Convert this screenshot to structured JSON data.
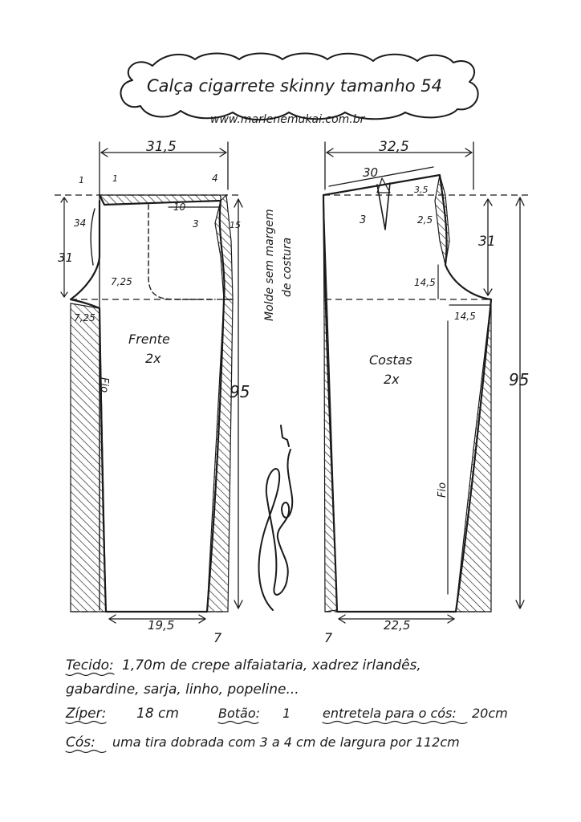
{
  "header": {
    "title": "Calça cigarrete skinny tamanho 54",
    "website": "www.marlenemukai.com.br"
  },
  "front": {
    "label": "Frente",
    "count": "2x",
    "grain": "Fio",
    "top_width": "31,5",
    "marks": {
      "a": "1",
      "b": "1",
      "c": "4",
      "d": "34",
      "e": "10",
      "f": "3",
      "g": "15",
      "h": "31",
      "i": "7,25",
      "j": "7,25",
      "length": "95",
      "hem": "19,5",
      "hem_side": "7"
    }
  },
  "back": {
    "label": "Costas",
    "count": "2x",
    "grain": "Fio",
    "top_width": "32,5",
    "marks": {
      "waist": "30",
      "dart_depth": "3",
      "a": "3,5",
      "b": "2,5",
      "rise": "31",
      "c": "14,5",
      "d": "14,5",
      "length": "95",
      "hem": "22,5",
      "hem_side": "7"
    }
  },
  "middle_note": {
    "line1": "Molde sem margem",
    "line2": "de costura"
  },
  "notes": {
    "fabric": {
      "label": "Tecido:",
      "line1": "1,70m de crepe alfaiataria, xadrez irlandês,",
      "line2": "gabardine, sarja, linho, popeline..."
    },
    "zipper": {
      "label": "Zíper:",
      "value": "18 cm"
    },
    "button": {
      "label": "Botão:",
      "value": "1"
    },
    "interfacing": {
      "label": "entretela para o cós:",
      "value": "20cm"
    },
    "waistband": {
      "label": "Cós:",
      "value": "uma tira dobrada com 3 a 4 cm de largura por 112cm"
    }
  },
  "colors": {
    "ink": "#1a1a1a",
    "paper": "#ffffff"
  }
}
